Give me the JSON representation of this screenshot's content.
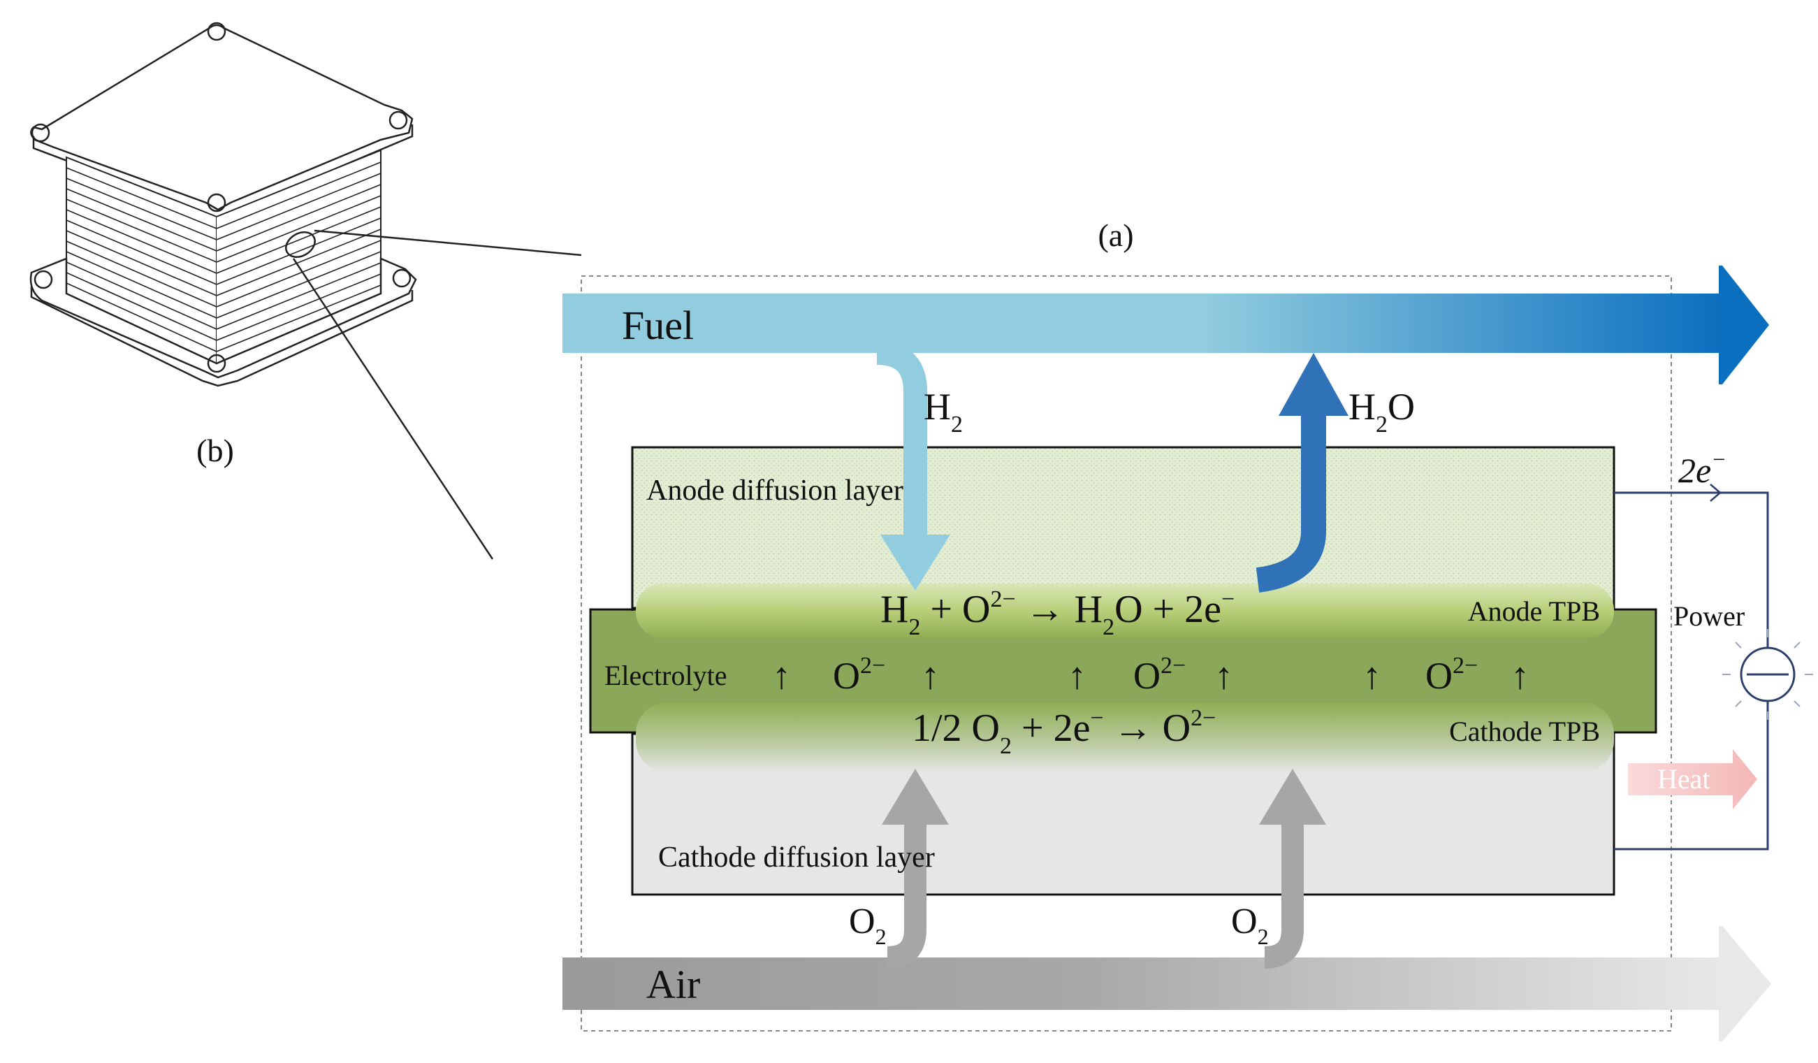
{
  "panel_a": {
    "label": "(a)",
    "fuel_label": "Fuel",
    "air_label": "Air",
    "h2_label": {
      "base": "H",
      "sub": "2"
    },
    "h2o_label": {
      "base": "H",
      "sub": "2",
      "rest": "O"
    },
    "o2_left_label": {
      "base": "O",
      "sub": "2"
    },
    "o2_right_label": {
      "base": "O",
      "sub": "2"
    },
    "anode_diffusion_layer": "Anode diffusion layer",
    "cathode_diffusion_layer": "Cathode diffusion layer",
    "electrolyte": "Electrolyte",
    "anode_tpb": "Anode TPB",
    "cathode_tpb": "Cathode TPB",
    "anode_reaction": {
      "h": "H",
      "h_sub": "2",
      "plus_o": " + O",
      "o_sup": "2−",
      "arrow": " → H",
      "h2_sub": "2",
      "o_plus": "O + 2e",
      "e_sup": "−"
    },
    "cathode_reaction": {
      "half": "1/2 O",
      "o_sub": "2",
      "plus": " + 2e",
      "e_sup": "−",
      "arrow": " → O",
      "o_sup": "2−"
    },
    "ion": {
      "base": "O",
      "sup": "2−"
    },
    "up_arrow": "↑",
    "electrons": {
      "base": "2e",
      "sup": "−"
    },
    "power_label": "Power",
    "heat_label": "Heat"
  },
  "panel_b": {
    "label": "(b)"
  },
  "colors": {
    "fuel_start": "#92CDDF",
    "fuel_end": "#0B6FBF",
    "h2_arrow": "#92CDDF",
    "h2o_arrow": "#2F72B8",
    "air_start": "#9A9A9A",
    "air_end": "#E6E6E6",
    "o2_arrow": "#A6A6A6",
    "anode_layer": "#E3EDD4",
    "cathode_layer": "#E6E6E6",
    "electrolyte": "#8BA85A",
    "heat": "#F7C6C6"
  },
  "icons": {
    "stack": "fuel-cell-stack-icon",
    "meter": "power-meter-icon"
  }
}
